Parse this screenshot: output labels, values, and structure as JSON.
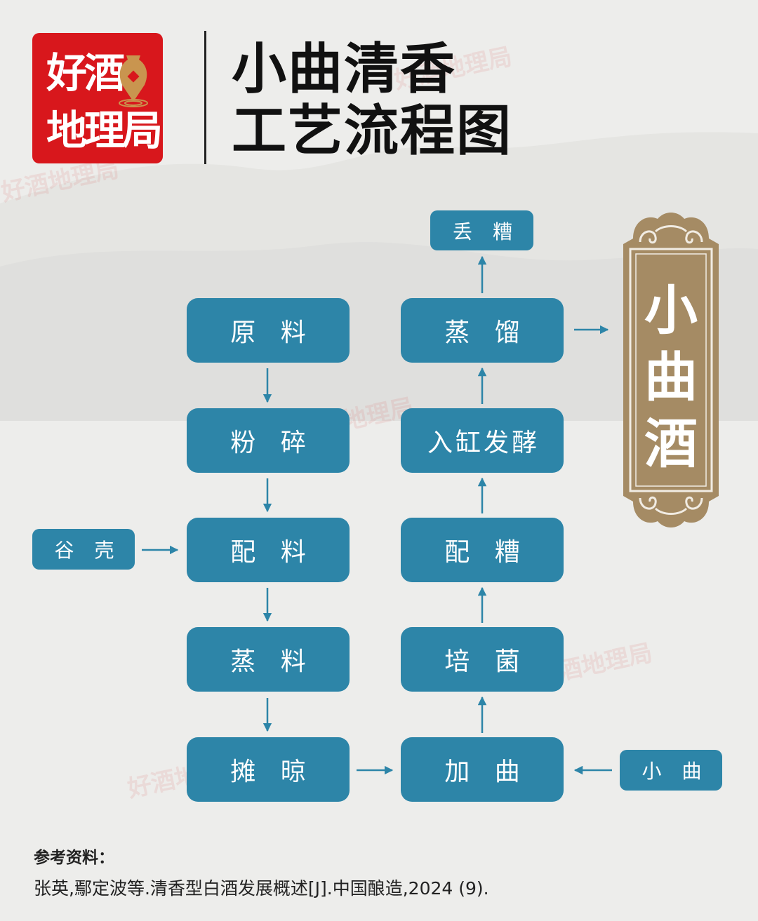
{
  "logo": {
    "line1": "好酒",
    "line2": "地理局",
    "icon": "location-pin-jar-icon",
    "bg_color": "#d8171c"
  },
  "title": {
    "line1": "小曲清香",
    "line2": "工艺流程图"
  },
  "colors": {
    "box": "#2d85a8",
    "arrow": "#2d85a8",
    "scroll": "#a58b64",
    "background": "#ededeb"
  },
  "flow": {
    "left_column": [
      {
        "id": "raw",
        "label": "原 料"
      },
      {
        "id": "crush",
        "label": "粉 碎"
      },
      {
        "id": "mix",
        "label": "配 料"
      },
      {
        "id": "steam",
        "label": "蒸 料"
      },
      {
        "id": "spread",
        "label": "摊 晾"
      }
    ],
    "right_column": [
      {
        "id": "add_qu",
        "label": "加 曲"
      },
      {
        "id": "cultivate",
        "label": "培 菌"
      },
      {
        "id": "mix_grains",
        "label": "配 糟"
      },
      {
        "id": "ferment",
        "label": "入缸发酵"
      },
      {
        "id": "distill",
        "label": "蒸 馏"
      }
    ],
    "inputs": {
      "husk": "谷 壳",
      "xiaoqu": "小 曲"
    },
    "outputs": {
      "discard": "丢 糟",
      "product": "小曲酒"
    }
  },
  "product_scroll": {
    "chars": [
      "小",
      "曲",
      "酒"
    ]
  },
  "references": {
    "heading": "参考资料：",
    "citation": "张英,鄢定波等.清香型白酒发展概述[J].中国酿造,2024 (9)."
  },
  "watermark": "好酒地理局"
}
